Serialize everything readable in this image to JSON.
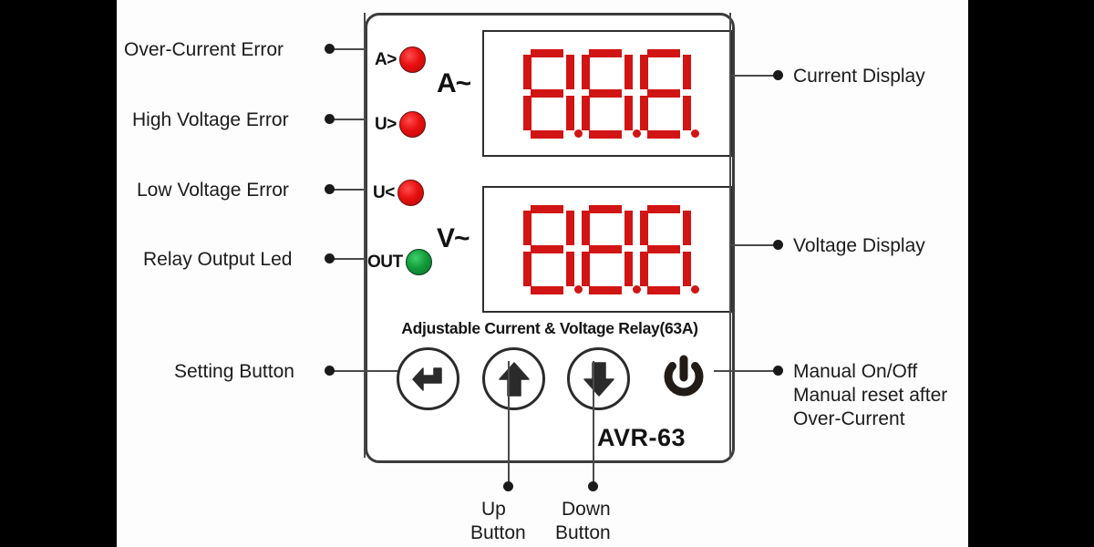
{
  "device": {
    "model": "AVR-63",
    "caption": "Adjustable Current & Voltage Relay(63A)",
    "units": {
      "current": "A~",
      "voltage": "V~"
    },
    "displays": {
      "current": {
        "name": "Current Display",
        "value": "8.8.8.",
        "color": "#d11414"
      },
      "voltage": {
        "name": "Voltage Display",
        "value": "8.8.8.",
        "color": "#d11414"
      }
    },
    "indicators": [
      {
        "code": "A>",
        "label": "Over-Current Error",
        "color": "#e81010",
        "state": "red"
      },
      {
        "code": "U>",
        "label": "High Voltage Error",
        "color": "#e81010",
        "state": "red"
      },
      {
        "code": "U<",
        "label": "Low Voltage Error",
        "color": "#e81010",
        "state": "red"
      },
      {
        "code": "OUT",
        "label": "Relay Output Led",
        "color": "#149d3c",
        "state": "green"
      }
    ],
    "buttons": [
      {
        "icon": "enter-arrow-icon",
        "label": "Setting Button"
      },
      {
        "icon": "up-arrow-icon",
        "label": "Up Button"
      },
      {
        "icon": "down-arrow-icon",
        "label": "Down Button"
      },
      {
        "icon": "power-icon",
        "label": "Manual On/Off"
      }
    ]
  },
  "annotations": {
    "left": [
      {
        "text": "Over-Current Error"
      },
      {
        "text": "High Voltage Error"
      },
      {
        "text": "Low Voltage Error"
      },
      {
        "text": "Relay Output Led"
      },
      {
        "text": "Setting Button"
      }
    ],
    "right": [
      {
        "text": "Current Display"
      },
      {
        "text": "Voltage Display"
      }
    ],
    "right_multiline": {
      "line1": "Manual On/Off",
      "line2": "Manual reset after",
      "line3": "Over-Current"
    },
    "bottom": [
      {
        "line1": "Up",
        "line2": "Button"
      },
      {
        "line1": "Down",
        "line2": "Button"
      }
    ]
  }
}
